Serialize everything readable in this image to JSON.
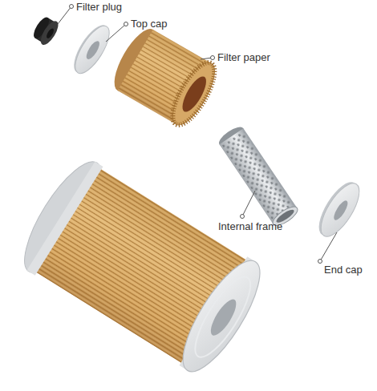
{
  "diagram": {
    "labels": [
      "Filter plug",
      "Top cap",
      "Filter paper",
      "Internal frame",
      "End cap"
    ]
  }
}
